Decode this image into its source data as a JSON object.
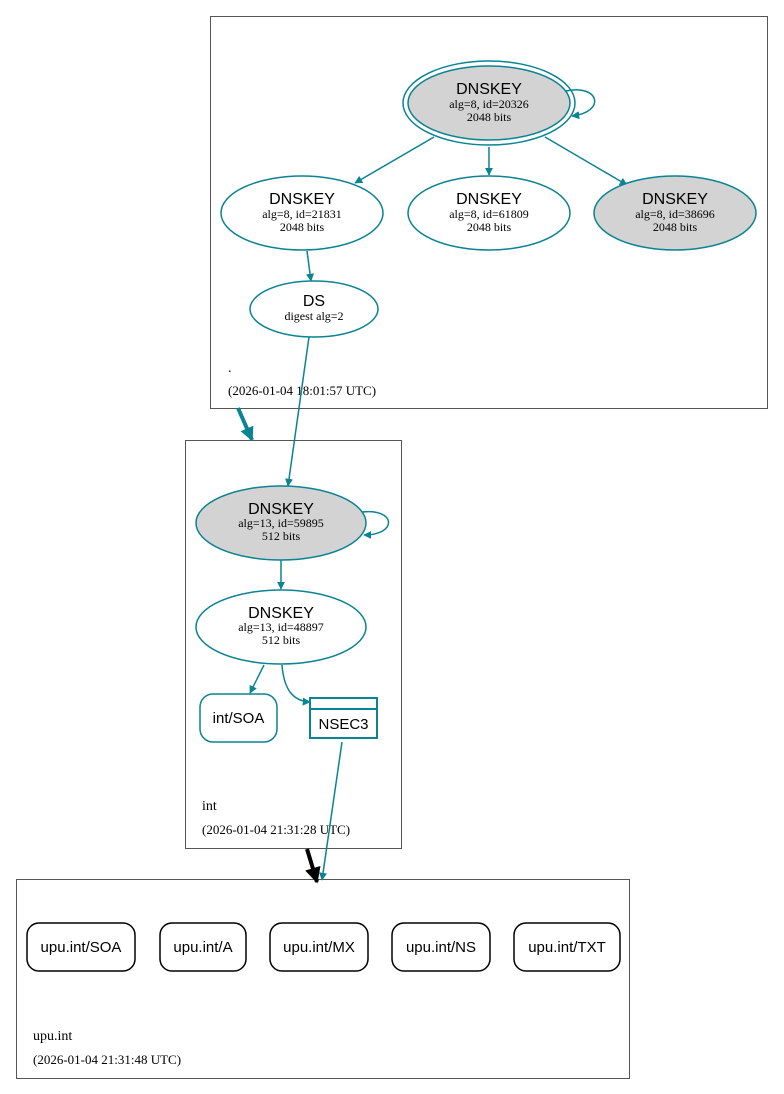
{
  "zones": {
    "root": {
      "name": ".",
      "timestamp": "(2026-01-04 18:01:57 UTC)"
    },
    "int": {
      "name": "int",
      "timestamp": "(2026-01-04 21:31:28 UTC)"
    },
    "upu": {
      "name": "upu.int",
      "timestamp": "(2026-01-04 21:31:48 UTC)"
    }
  },
  "nodes": {
    "root_ksk": {
      "title": "DNSKEY",
      "line1": "alg=8, id=20326",
      "line2": "2048 bits"
    },
    "root_k21831": {
      "title": "DNSKEY",
      "line1": "alg=8, id=21831",
      "line2": "2048 bits"
    },
    "root_k61809": {
      "title": "DNSKEY",
      "line1": "alg=8, id=61809",
      "line2": "2048 bits"
    },
    "root_k38696": {
      "title": "DNSKEY",
      "line1": "alg=8, id=38696",
      "line2": "2048 bits"
    },
    "int_ds": {
      "title": "DS",
      "line1": "digest alg=2"
    },
    "int_ksk": {
      "title": "DNSKEY",
      "line1": "alg=13, id=59895",
      "line2": "512 bits"
    },
    "int_zsk": {
      "title": "DNSKEY",
      "line1": "alg=13, id=48897",
      "line2": "512 bits"
    },
    "int_soa": {
      "label": "int/SOA"
    },
    "int_nsec3": {
      "label": "NSEC3"
    }
  },
  "records": [
    "upu.int/SOA",
    "upu.int/A",
    "upu.int/MX",
    "upu.int/NS",
    "upu.int/TXT"
  ],
  "colors": {
    "edge": "#0a8392",
    "ksk_fill": "#d3d3d3",
    "zone_border": "#555555",
    "record_border": "#000000"
  }
}
